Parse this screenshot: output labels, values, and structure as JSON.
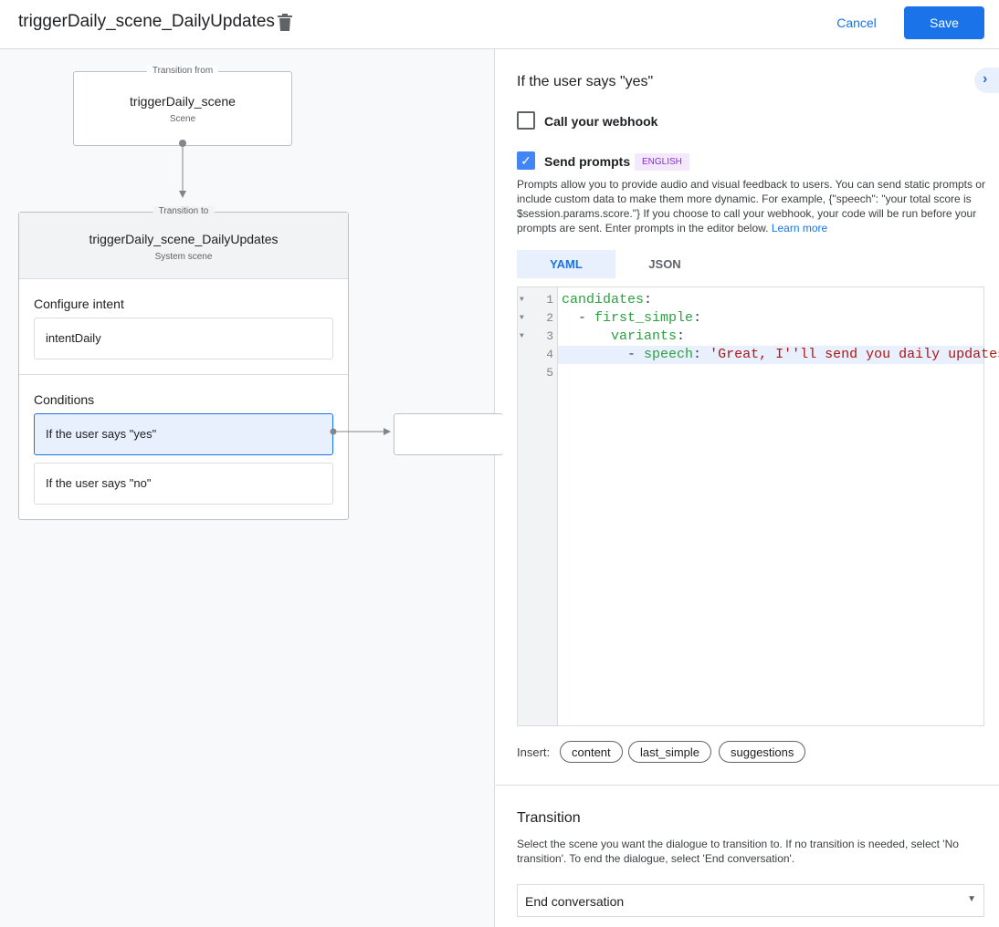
{
  "header": {
    "title": "triggerDaily_scene_DailyUpdates",
    "cancel": "Cancel",
    "save": "Save"
  },
  "canvas": {
    "from": {
      "tag": "Transition from",
      "title": "triggerDaily_scene",
      "subtitle": "Scene"
    },
    "to": {
      "tag": "Transition to",
      "title": "triggerDaily_scene_DailyUpdates",
      "subtitle": "System scene"
    },
    "configure_intent": "Configure intent",
    "intent": "intentDaily",
    "conditions": "Conditions",
    "condition_items": [
      "If the user says \"yes\"",
      "If the user says \"no\""
    ]
  },
  "panel": {
    "heading": "If the user says \"yes\"",
    "webhook": {
      "label": "Call your webhook",
      "checked": false
    },
    "prompts": {
      "label": "Send prompts",
      "checked": true,
      "badge": "ENGLISH"
    },
    "description": "Prompts allow you to provide audio and visual feedback to users. You can send static prompts or include custom data to make them more dynamic. For example, {\"speech\": \"your total score is $session.params.score.\"} If you choose to call your webhook, your code will be run before your prompts are sent. Enter prompts in the editor below.",
    "learn_more": "Learn more",
    "tabs": [
      "YAML",
      "JSON"
    ],
    "active_tab": "YAML",
    "code": {
      "l1k": "candidates",
      "l2k": "first_simple",
      "l3k": "variants",
      "l4k": "speech",
      "l4v": "'Great, I''ll send you daily updates.",
      "colon": ":",
      "dash": "- "
    },
    "line_numbers": [
      "1",
      "2",
      "3",
      "4",
      "5"
    ],
    "insert_label": "Insert:",
    "insert_chips": [
      "content",
      "last_simple",
      "suggestions"
    ],
    "transition": {
      "title": "Transition",
      "description": "Select the scene you want the dialogue to transition to. If no transition is needed, select 'No transition'. To end the dialogue, select 'End conversation'.",
      "selected": "End conversation"
    }
  },
  "colors": {
    "accent": "#1a73e8",
    "badge_bg": "#f3e8fd",
    "badge_text": "#8430ce"
  }
}
